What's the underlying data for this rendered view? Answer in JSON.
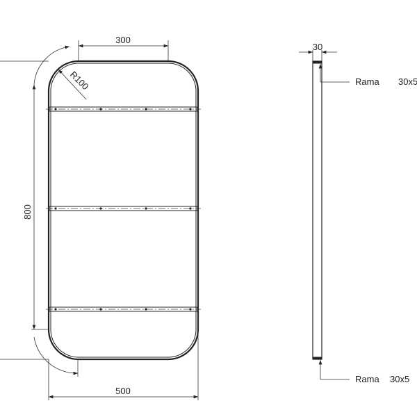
{
  "front_view": {
    "width_dim": "500",
    "height_dim": "800",
    "straight_top_dim": "300",
    "radius_label": "R100",
    "crossbar_count": 3
  },
  "side_view": {
    "thickness_dim": "30",
    "top_callout": {
      "label": "Rama",
      "size": "30x5"
    },
    "bottom_callout": {
      "label": "Rama",
      "size": "30x5"
    }
  }
}
